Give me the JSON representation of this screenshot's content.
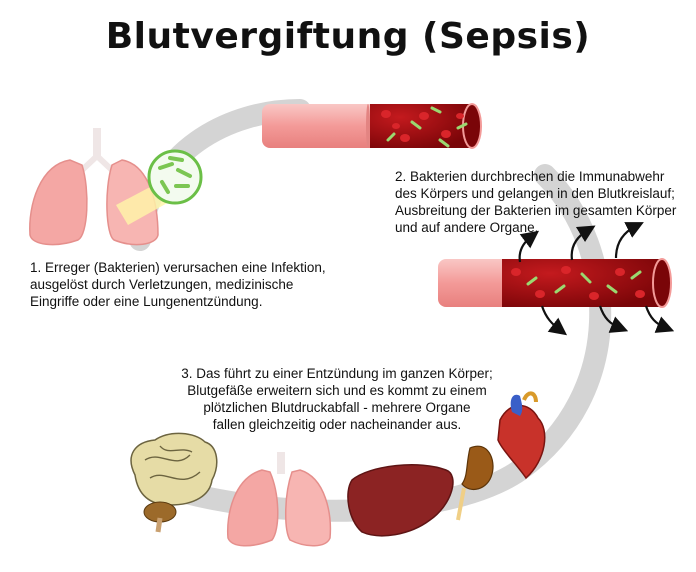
{
  "title": "Blutvergiftung (Sepsis)",
  "steps": [
    {
      "text": "1. Erreger (Bakterien) verursachen eine Infektion,\n    ausgelöst durch Verletzungen, medizinische\n    Eingriffe oder eine Lungenentzündung."
    },
    {
      "text": "2. Bakterien durchbrechen die Immunabwehr\n   des Körpers und gelangen in den Blutkreislauf;\n   Ausbreitung der Bakterien im gesamten Körper\n   und auf andere Organe."
    },
    {
      "text": "3. Das führt zu einer Entzündung im ganzen Körper;\nBlutgefäße erweitern sich und es kommt zu einem\nplötzlichen Blutdruckabfall - mehrere Organe\nfallen gleichzeitig oder nacheinander aus."
    }
  ],
  "colors": {
    "lung": "#f5a9a6",
    "vessel": "#f4a3a3",
    "blood": "#a80f14",
    "bacteria": "#8fd36a",
    "arc": "#d2d2d2",
    "liver": "#8c2323",
    "kidney": "#9a5a18",
    "heart": "#c8322a",
    "brain": "#e3d9a2"
  },
  "icons": [
    "lungs-icon",
    "bacteria-magnifier-icon",
    "blood-vessel-icon",
    "brain-icon",
    "liver-icon",
    "kidney-icon",
    "heart-icon"
  ]
}
